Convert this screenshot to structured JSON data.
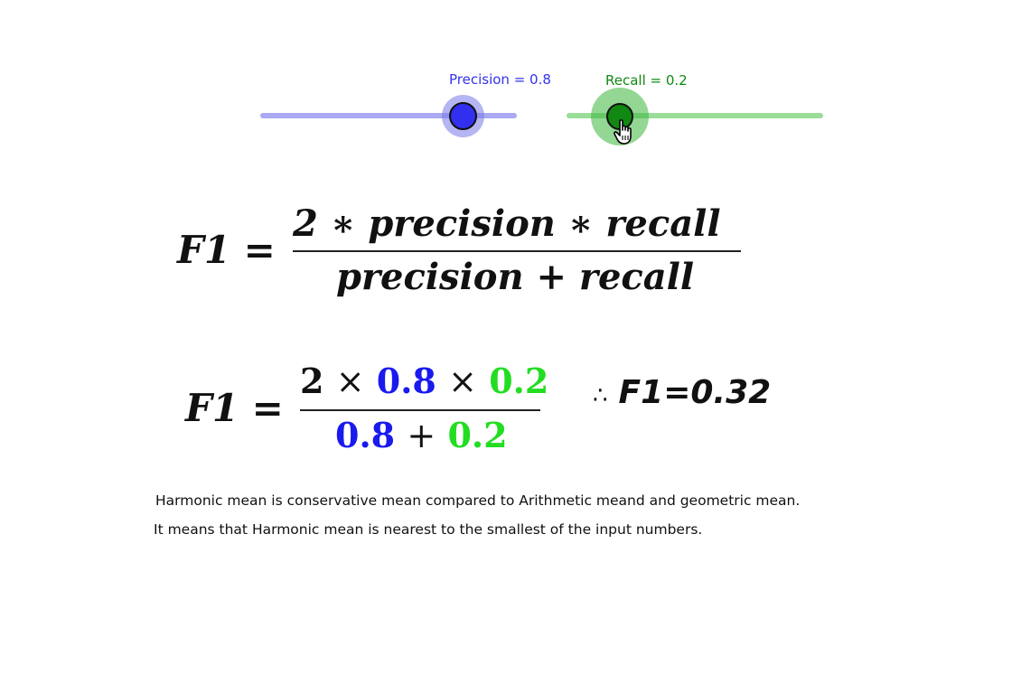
{
  "sliders": {
    "precision": {
      "label": "Precision = 0.8",
      "value": 0.8,
      "color": "#3333ee",
      "track_color": "#aaaaf2"
    },
    "recall": {
      "label": "Recall = 0.2",
      "value": 0.2,
      "color": "#118811",
      "track_color": "#99dd99"
    }
  },
  "formula_general": {
    "lhs": "F1 =",
    "numerator": "2 ∗ precision ∗ recall",
    "denominator": "precision + recall"
  },
  "formula_numeric": {
    "lhs": "F1 =",
    "num_two": "2",
    "times1": "×",
    "num_precision": "0.8",
    "times2": "×",
    "num_recall": "0.2",
    "den_precision": "0.8",
    "plus": "+",
    "den_recall": "0.2",
    "precision_color": "#1a1aee",
    "recall_color": "#22dd22"
  },
  "result": {
    "therefore": "∴",
    "text": "F1=0.32"
  },
  "notes": {
    "line1": "Harmonic mean is conservative mean compared to Arithmetic meand and geometric mean.",
    "line2": "It means that Harmonic mean is nearest to the smallest of the input numbers."
  }
}
